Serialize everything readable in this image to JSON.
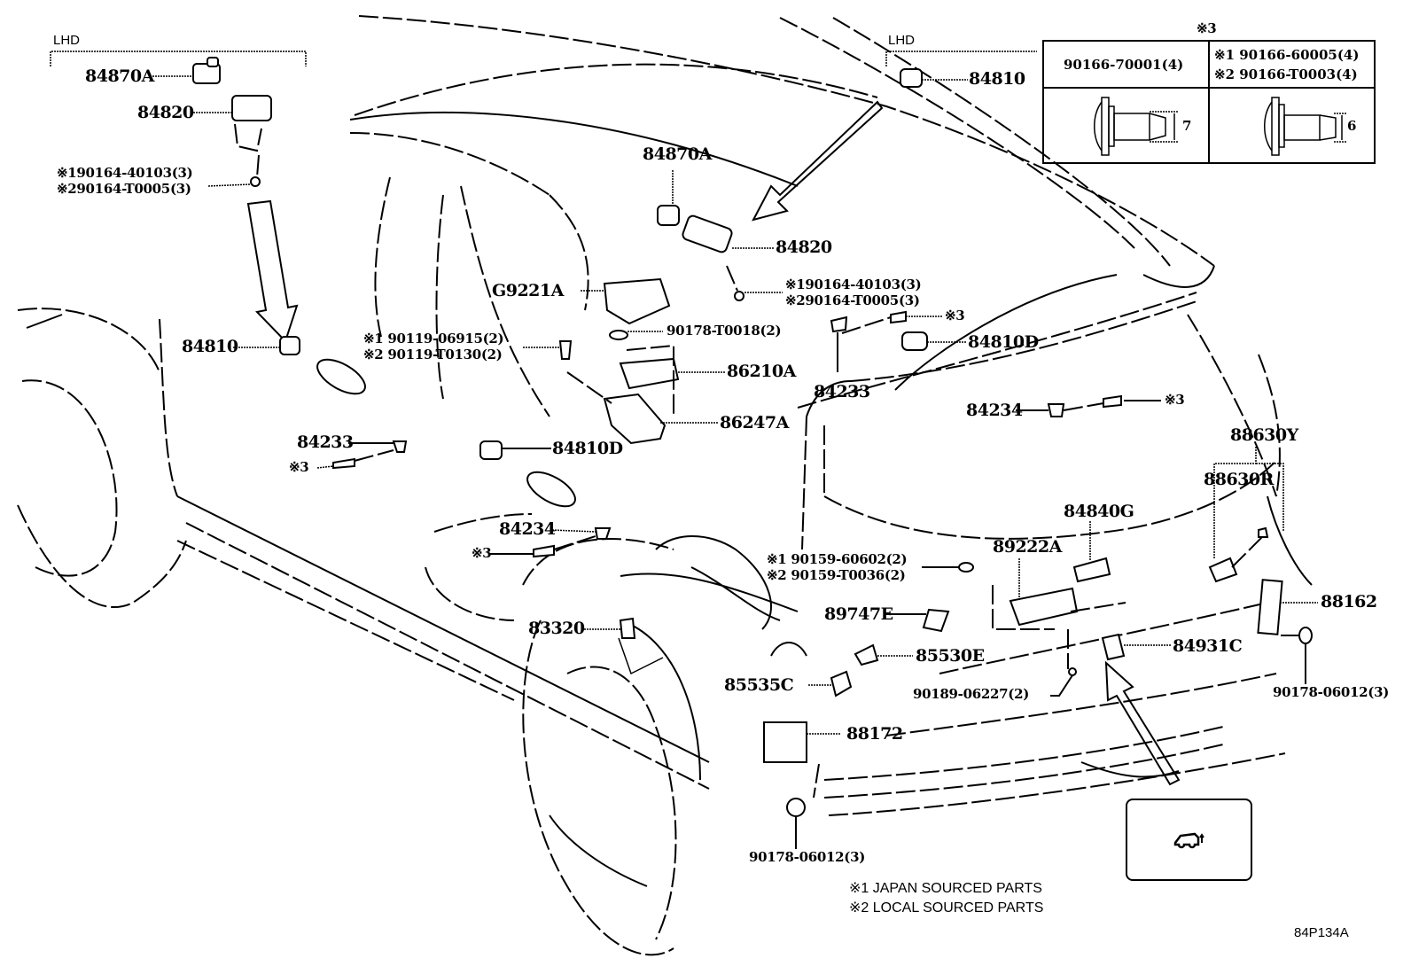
{
  "diagram": {
    "type": "exploded-parts-diagram",
    "subject": "SUV rear body electrical parts (sensors, switches, control units)",
    "reference_code": "84P134A",
    "lhd_groups": [
      {
        "label": "LHD",
        "parts": [
          "84870A",
          "84820",
          "※190164-40103(3)",
          "※290164-T0005(3)"
        ]
      },
      {
        "label": "LHD",
        "parts": [
          "84810"
        ]
      }
    ],
    "parts": {
      "p84870A_left": "84870A",
      "p84820_left": "84820",
      "screw1_left": "※190164-40103(3)",
      "screw2_left": "※290164-T0005(3)",
      "p84870A_center": "84870A",
      "p84820_center": "84820",
      "screw1_center": "※190164-40103(3)",
      "screw2_center": "※290164-T0005(3)",
      "p84810_top": "84810",
      "p84810_left": "84810",
      "bolt1": "※1 90119-06915(2)",
      "bolt2": "※2 90119-T0130(2)",
      "g9221a": "G9221A",
      "nut_t0018": "90178-T0018(2)",
      "p86210a": "86210A",
      "p86247a": "86247A",
      "p84233_left": "84233",
      "ref3_left": "※3",
      "p84810d_left": "84810D",
      "p84234_left": "84234",
      "ref3_left2": "※3",
      "p83320": "83320",
      "ref3_right": "※3",
      "p84810d_right": "84810D",
      "p84233_right": "84233",
      "p84234_right": "84234",
      "ref3_right2": "※3",
      "clip1": "※1 90159-60602(2)",
      "clip2": "※2 90159-T0036(2)",
      "p89747e": "89747E",
      "p85530e": "85530E",
      "p85535c": "85535C",
      "p88172": "88172",
      "nut_06012_center": "90178-06012(3)",
      "p89222a": "89222A",
      "p84840g": "84840G",
      "screw_06227": "90189-06227(2)",
      "p84931c": "84931C",
      "p88630y": "88630Y",
      "p88630r": "88630R",
      "p88162": "88162",
      "nut_06012_right": "90178-06012(3)"
    },
    "clip_table": {
      "title": "※3",
      "columns": [
        {
          "header": "90166-70001(4)",
          "dimension": "7"
        },
        {
          "header_lines": [
            "※1  90166-60005(4)",
            "※2  90166-T0003(4)"
          ],
          "dimension": "6"
        }
      ]
    },
    "footnotes": [
      "※1 JAPAN SOURCED PARTS",
      "※2 LOCAL SOURCED PARTS"
    ],
    "view_icon": "rear-vehicle-view-icon"
  }
}
